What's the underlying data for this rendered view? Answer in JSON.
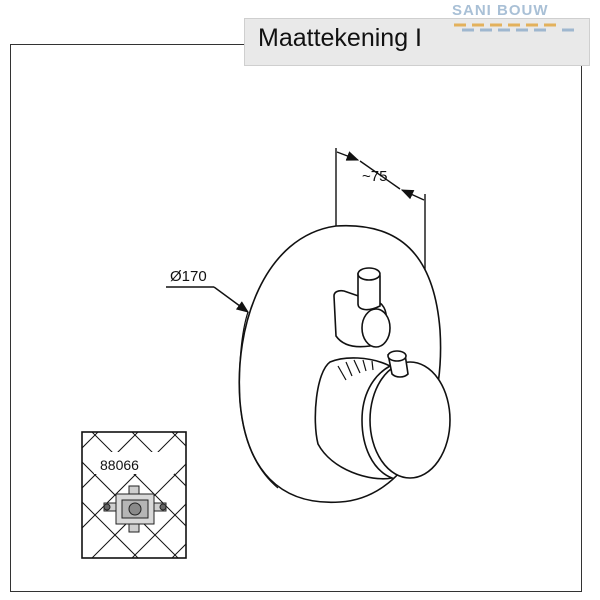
{
  "drawing": {
    "title": "Maattekening I",
    "watermark": "SANI BOUW",
    "dimensions": {
      "depth": "~75",
      "diameter": "Ø170"
    },
    "inset": {
      "part_number": "88066"
    }
  },
  "colors": {
    "line": "#111111",
    "title_background": "#e9e9e9",
    "watermark": "#a9c0d6"
  }
}
